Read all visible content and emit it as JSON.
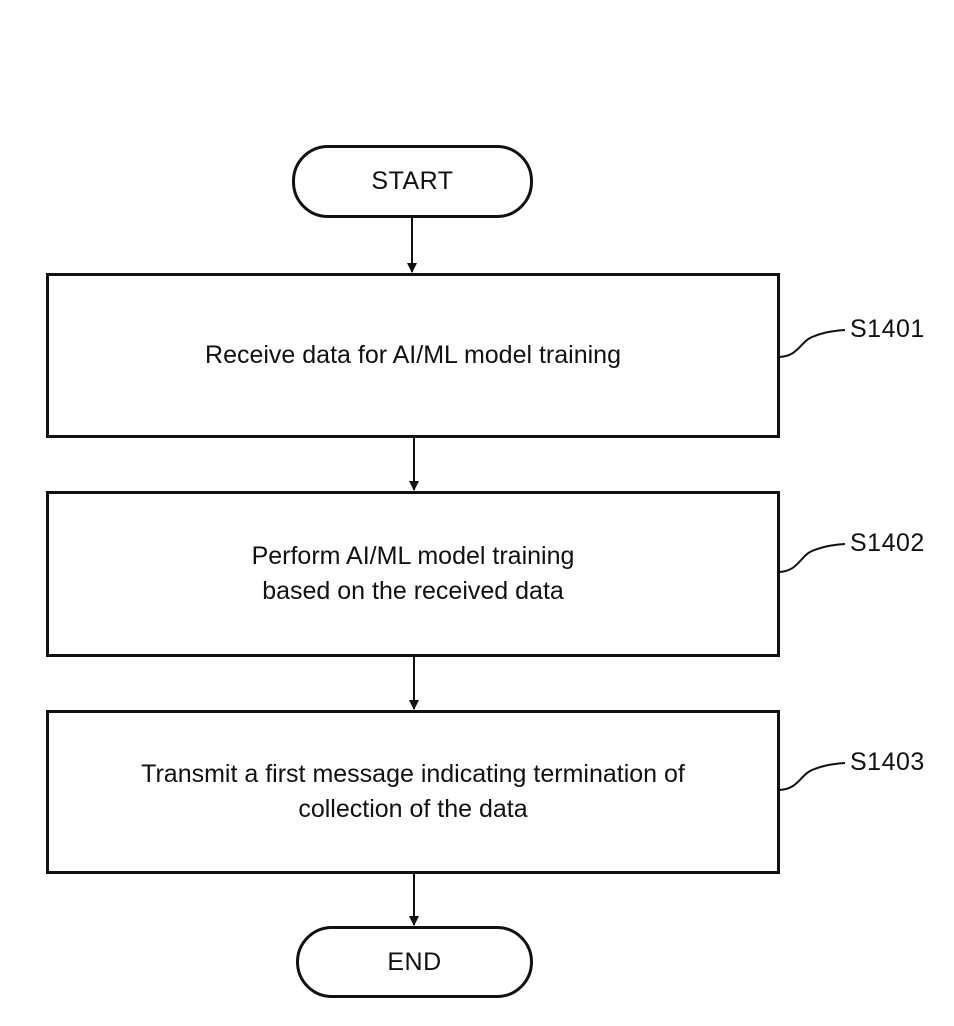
{
  "start_label": "START",
  "end_label": "END",
  "steps": [
    {
      "ref": "S1401",
      "lines": [
        "Receive data for AI/ML model training"
      ]
    },
    {
      "ref": "S1402",
      "lines": [
        "Perform AI/ML model training",
        "based on the received data"
      ]
    },
    {
      "ref": "S1403",
      "lines": [
        "Transmit a first message indicating termination of",
        "collection of the data"
      ]
    }
  ]
}
